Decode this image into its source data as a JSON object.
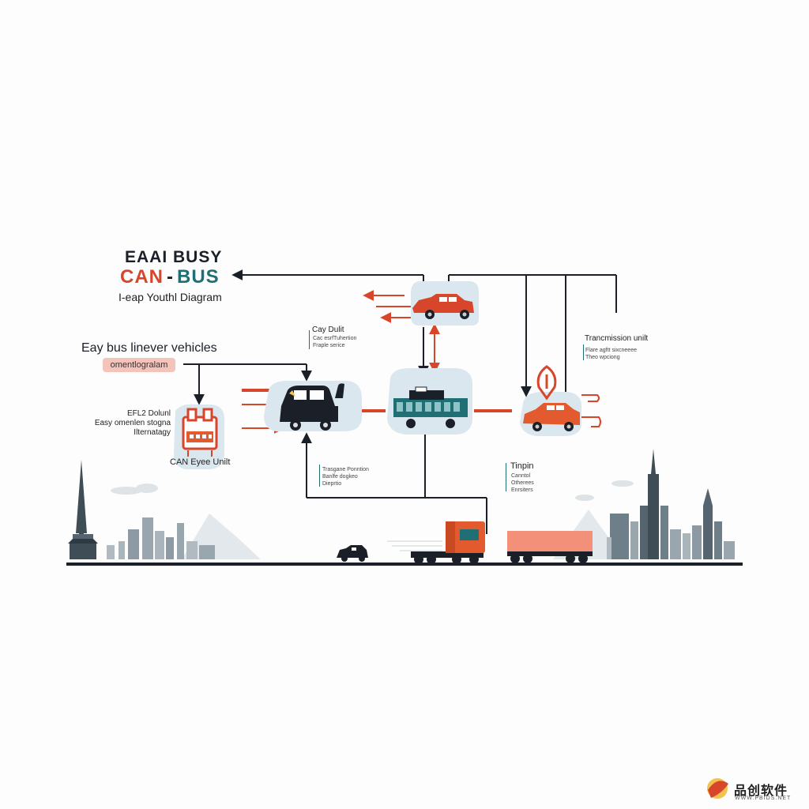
{
  "title": {
    "line1": "EAAI BUSY",
    "line2_red": "CAN",
    "line2_dash": "-",
    "line2_teal": "BUS",
    "line3": "I-eap Youthl Diagram"
  },
  "subheading": "Eay bus linever vehicles",
  "pill_label": "omentlogralam",
  "ecu": {
    "lines": [
      "EFL2 Dolunl",
      "Easy omenlen stogna",
      "Ilternatagy"
    ],
    "label": "CAN Eyee Unilt"
  },
  "car_block": {
    "title": "Cay Dulit",
    "lines": [
      "Cac esrfTuhertion",
      "Fraple serice"
    ]
  },
  "transmission": {
    "title": "Trancmission unilt",
    "lines": [
      "Flare agftt sixcneeee",
      "Theo wpciong"
    ]
  },
  "bottom_text": {
    "lines": [
      "Trasgane Ponntion",
      "Banlfe dogkeo",
      "Dieprtio"
    ]
  },
  "tinpin": {
    "title": "Tinpin",
    "lines": [
      "Canntol",
      "Otherees",
      "Enrsiters"
    ]
  },
  "watermark": {
    "text": "品创软件",
    "sub": "WWW.PBIDS.NET"
  },
  "colors": {
    "line": "#1b1f27",
    "red": "#d7462a",
    "teal": "#1f6f74",
    "orange": "#e35a2e",
    "skyline": "#6f7f8a",
    "bubble": "#dbe7ee",
    "truck_trailer": "#f3907a"
  },
  "icons": [
    "red-car-icon",
    "black-car-icon",
    "bus-icon",
    "orange-car-icon",
    "ecu-unit-icon",
    "location-pin-icon",
    "truck-icon",
    "trailer-icon",
    "small-car-icon",
    "city-skyline",
    "watermark-logo-icon"
  ]
}
